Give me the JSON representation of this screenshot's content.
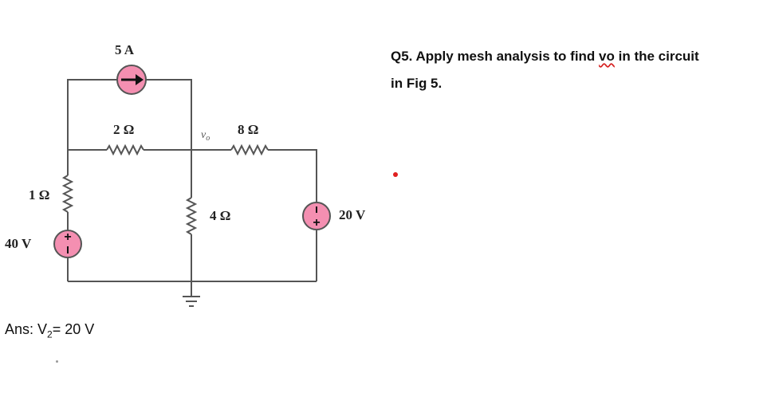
{
  "question": {
    "prefix": "Q5. Apply mesh analysis to find ",
    "variable": "vo",
    "suffix": " in the circuit",
    "line2": "in Fig 5."
  },
  "answer": {
    "prefix": "Ans: V",
    "subscript": "2",
    "suffix": "= 20 V"
  },
  "circuit": {
    "current_source": "5 A",
    "resistor_top_left": "2 Ω",
    "resistor_top_right": "8 Ω",
    "resistor_left": "1 Ω",
    "resistor_middle": "4 Ω",
    "voltage_source_left": "40 V",
    "voltage_source_right": "20 V",
    "node_voltage_label": "v",
    "node_voltage_sub": "o",
    "source_fill": "#f48fb1",
    "wire_color": "#555555"
  }
}
